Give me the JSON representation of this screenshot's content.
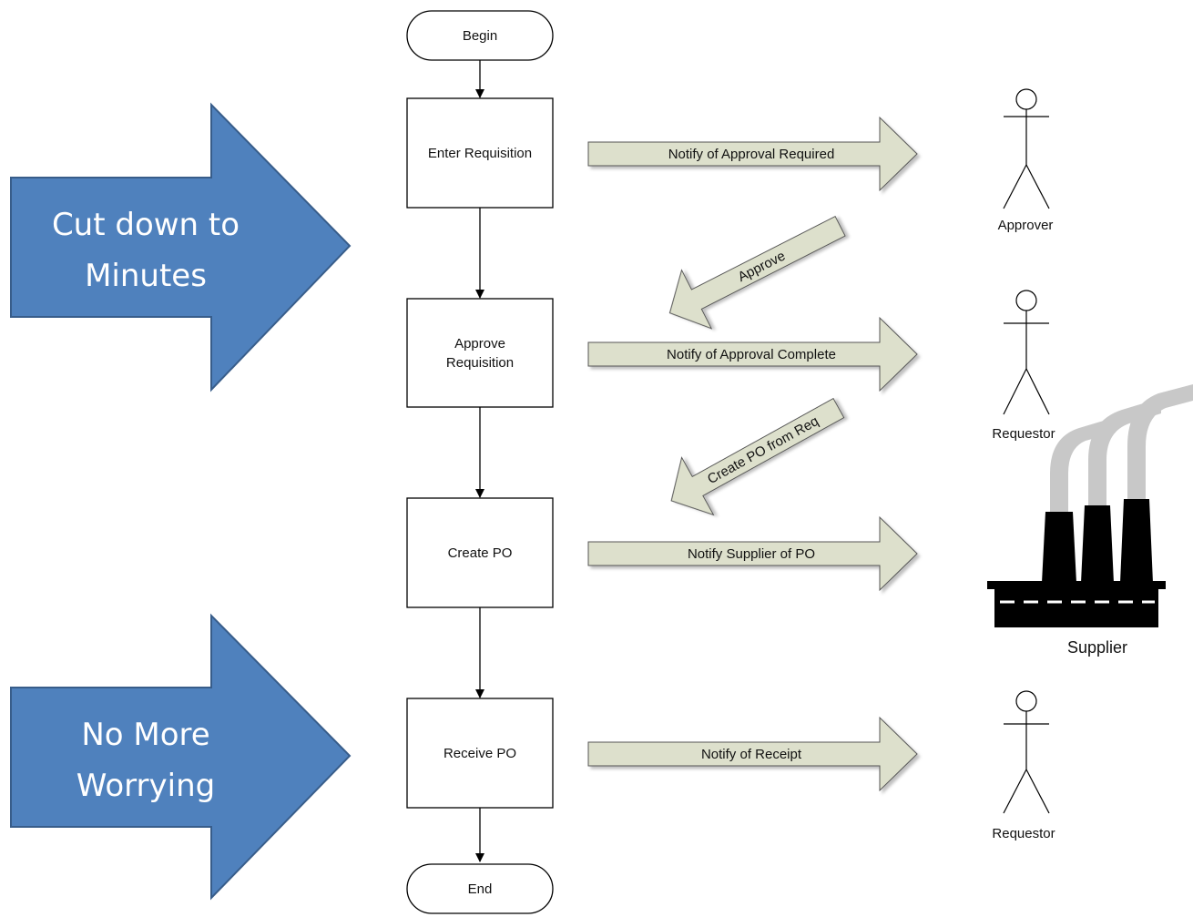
{
  "flow": {
    "begin": "Begin",
    "end": "End",
    "steps": [
      {
        "lines": [
          "Enter Requisition"
        ]
      },
      {
        "lines": [
          "Approve",
          "Requisition"
        ]
      },
      {
        "lines": [
          "Create PO"
        ]
      },
      {
        "lines": [
          "Receive PO"
        ]
      }
    ]
  },
  "messages": {
    "notify_approval_required": "Notify of Approval Required",
    "approve": "Approve",
    "notify_approval_complete": "Notify of Approval Complete",
    "create_po_from_req": "Create PO from Req",
    "notify_supplier_of_po": "Notify Supplier of PO",
    "notify_of_receipt": "Notify of Receipt"
  },
  "actors": {
    "approver": "Approver",
    "requestor_1": "Requestor",
    "supplier": "Supplier",
    "requestor_2": "Requestor"
  },
  "callouts": {
    "top": [
      "Cut down to",
      "Minutes"
    ],
    "bottom": [
      "No More",
      "Worrying"
    ]
  },
  "colors": {
    "callout_fill": "#4f81bd",
    "callout_stroke": "#385d8a",
    "message_arrow_fill": "#dde0cc",
    "smoke": "#c8c8c8"
  }
}
